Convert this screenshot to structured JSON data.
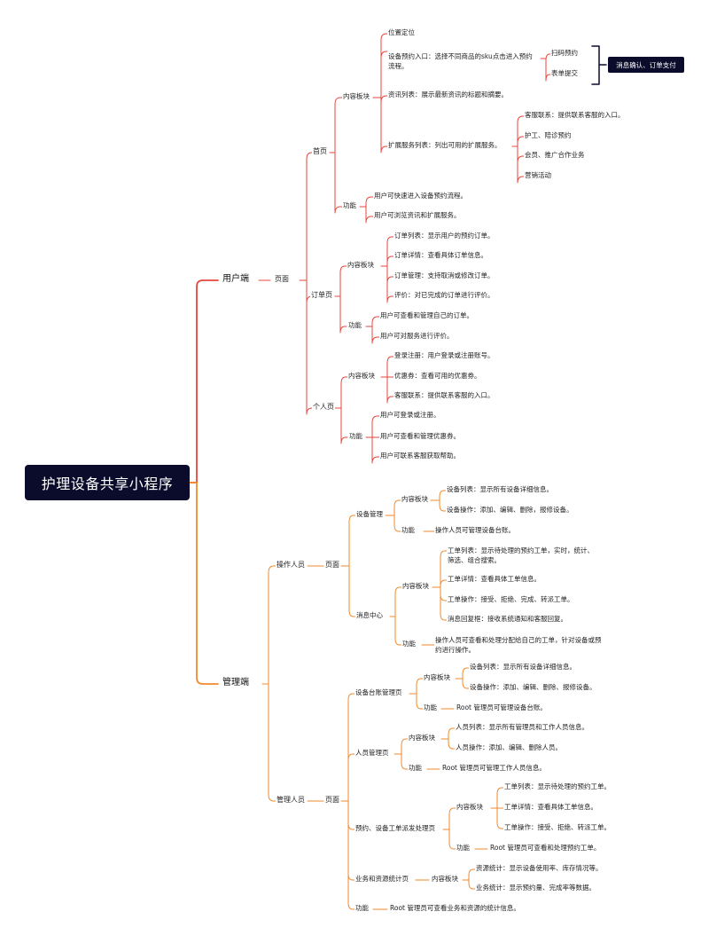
{
  "colors": {
    "root_bg": "#0b0b2b",
    "user_branch": "#e8453c",
    "admin_branch": "#f28a2e",
    "bracket": "#0b0b2b"
  },
  "root": "护理设备共享小程序",
  "callout": "消息确认、订单支付",
  "nodes": {
    "user": "用户端",
    "user_page": "页面",
    "home": "首页",
    "home_content": "内容板块",
    "location": "位置定位",
    "booking_entry": "设备预约入口：选择不同商品的sku点击进入预约流程。",
    "scan_booking": "扫码预约",
    "form_submit": "表单提交",
    "news_list": "资讯列表：展示最新资讯的标题和摘要。",
    "ext_services": "扩展服务列表：列出可用的扩展服务。",
    "cs_contact": "客服联系：提供联系客服的入口。",
    "nursing": "护工、陪诊预约",
    "membership": "会员、推广合作业务",
    "marketing": "营销活动",
    "home_function": "功能",
    "home_f1": "用户可快速进入设备预约流程。",
    "home_f2": "用户可浏览资讯和扩展服务。",
    "orders": "订单页",
    "orders_content": "内容板块",
    "order_list": "订单列表：显示用户的预约订单。",
    "order_detail": "订单详情：查看具体订单信息。",
    "order_manage": "订单管理：支持取消或修改订单。",
    "review": "评价：对已完成的订单进行评价。",
    "orders_function": "功能",
    "orders_f1": "用户可查看和管理自己的订单。",
    "orders_f2": "用户可对服务进行评价。",
    "profile": "个人页",
    "profile_content": "内容板块",
    "login": "登录注册：用户登录或注册账号。",
    "coupons": "优惠券：查看可用的优惠券。",
    "cs_contact2": "客服联系：提供联系客服的入口。",
    "profile_function": "功能",
    "profile_f1": "用户可登录或注册。",
    "profile_f2": "用户可查看和管理优惠券。",
    "profile_f3": "用户可联系客服获取帮助。",
    "admin": "管理端",
    "operator": "操作人员",
    "operator_page": "页面",
    "device_mgmt": "设备管理",
    "dm_content": "内容板块",
    "dm_list": "设备列表：显示所有设备详细信息。",
    "dm_ops": "设备操作：添加、编辑、删除，报修设备。",
    "dm_function": "功能",
    "dm_f": "操作人员可管理设备台账。",
    "msg_center": "消息中心",
    "mc_content": "内容板块",
    "mc_list": "工单列表：显示待处理的预约工单，实时，统计、筛选、组合搜索。",
    "mc_detail": "工单详情：查看具体工单信息。",
    "mc_ops": "工单操作：接受、拒绝、完成、转派工单。",
    "mc_reply": "消息回复框：接收系统通知和客服回复。",
    "mc_function": "功能",
    "mc_f": "操作人员可查看和处理分配给自己的工单，针对设备或预约进行操作。",
    "manager": "管理人员",
    "manager_page": "页面",
    "ledger": "设备台账管理页",
    "lg_content": "内容板块",
    "lg_list": "设备列表：显示所有设备详细信息。",
    "lg_ops": "设备操作：添加、编辑、删除、报修设备。",
    "lg_function": "功能",
    "lg_f": "Root 管理员可管理设备台账。",
    "staff": "人员管理页",
    "st_content": "内容板块",
    "st_list": "人员列表：显示所有管理员和工作人员信息。",
    "st_ops": "人员操作：添加、编辑、删除人员。",
    "st_function": "功能",
    "st_f": "Root 管理员可管理工作人员信息。",
    "dispatch": "预约、设备工单派发处理页",
    "dp_content": "内容板块",
    "dp_list": "工单列表：显示待处理的预约工单。",
    "dp_detail": "工单详情：查看具体工单信息。",
    "dp_ops": "工单操作：接受、拒绝、转派工单。",
    "dp_function": "功能",
    "dp_f": "Root 管理员可查看和处理预约工单。",
    "stats": "业务和资源统计页",
    "ss_content": "内容板块",
    "ss_res": "资源统计：显示设备使用率、库存情况等。",
    "ss_biz": "业务统计：显示预约量、完成率等数据。",
    "mg_function": "功能",
    "mg_f": "Root 管理员可查看业务和资源的统计信息。"
  }
}
